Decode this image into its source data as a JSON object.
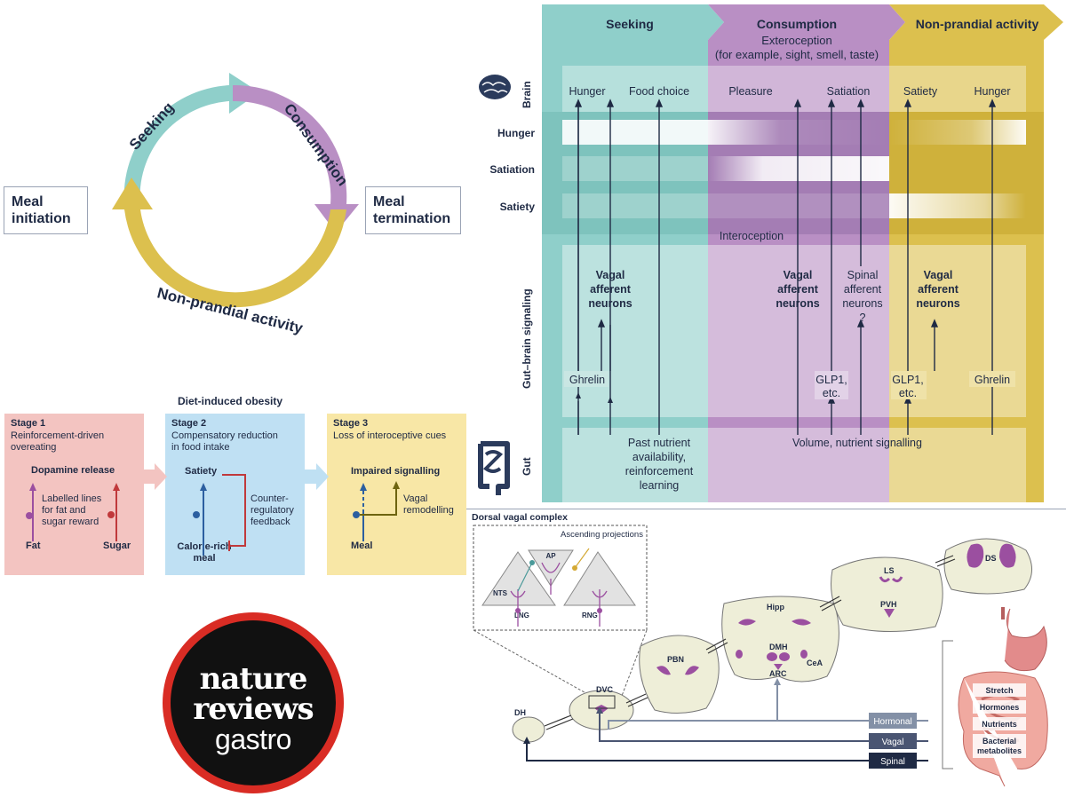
{
  "cycle": {
    "seeking": "Seeking",
    "consumption": "Consumption",
    "non_prandial": "Non-prandial activity",
    "meal_initiation_l1": "Meal",
    "meal_initiation_l2": "initiation",
    "meal_termination_l1": "Meal",
    "meal_termination_l2": "termination"
  },
  "obesity": {
    "title": "Diet-induced obesity",
    "stage1": {
      "title": "Stage 1",
      "sub1": "Reinforcement-driven",
      "sub2": "overeating",
      "dopamine": "Dopamine release",
      "lines1": "Labelled lines",
      "lines2": "for fat and",
      "lines3": "sugar reward",
      "fat": "Fat",
      "sugar": "Sugar"
    },
    "stage2": {
      "title": "Stage 2",
      "sub1": "Compensatory reduction",
      "sub2": "in food intake",
      "satiety": "Satiety",
      "cr1": "Counter-",
      "cr2": "regulatory",
      "cr3": "feedback",
      "meal1": "Calorie-rich",
      "meal2": "meal"
    },
    "stage3": {
      "title": "Stage 3",
      "sub1": "Loss of interoceptive cues",
      "impaired": "Impaired signalling",
      "vr1": "Vagal",
      "vr2": "remodelling",
      "meal": "Meal"
    },
    "colors": {
      "stage1": "#f3c4c1",
      "stage2": "#bfe0f3",
      "stage3": "#f8e7a6",
      "fat": "#9b4fa0",
      "sugar": "#c0393b",
      "arrow": "#6c8fc2"
    }
  },
  "logo": {
    "line1": "nature",
    "line2": "reviews",
    "line3": "gastro"
  },
  "panel": {
    "phases": {
      "seeking": "Seeking",
      "consumption": "Consumption",
      "non_prandial": "Non-prandial activity"
    },
    "extero1": "Exteroception",
    "extero2": "(for example, sight, smell, taste)",
    "brain": "Brain",
    "gut": "Gut",
    "gut_brain": "Gut–brain signaling",
    "rows": {
      "hunger": "Hunger",
      "satiation": "Satiation",
      "satiety": "Satiety"
    },
    "brain_items": {
      "hunger1": "Hunger",
      "food_choice": "Food choice",
      "pleasure": "Pleasure",
      "satiation": "Satiation",
      "satiety": "Satiety",
      "hunger2": "Hunger"
    },
    "interoception": "Interoception",
    "vagal_l1": "Vagal",
    "vagal_l2": "afferent",
    "vagal_l3": "neurons",
    "spinal_l1": "Spinal",
    "spinal_l2": "afferent",
    "spinal_l3": "neurons",
    "spinal_l4": "?",
    "ghrelin": "Ghrelin",
    "glp1_l1": "GLP1,",
    "glp1_l2": "etc.",
    "past1": "Past nutrient",
    "past2": "availability,",
    "past3": "reinforcement",
    "past4": "learning",
    "volume": "Volume, nutrient signalling",
    "colors": {
      "seeking": "#8fcfca",
      "consumption": "#b98fc4",
      "non_prandial": "#dcc04e"
    }
  },
  "dvc": {
    "title": "Dorsal vagal complex",
    "ascending": "Ascending projections",
    "ap": "AP",
    "nts": "NTS",
    "lng": "LNG",
    "rng": "RNG",
    "regions": {
      "dh": "DH",
      "dvc": "DVC",
      "pbn": "PBN",
      "hipp": "Hipp",
      "dmh": "DMH",
      "arc": "ARC",
      "cea": "CeA",
      "ls": "LS",
      "pvh": "PVH",
      "ds": "DS"
    },
    "signals": {
      "hormonal": "Hormonal",
      "vagal": "Vagal",
      "spinal": "Spinal"
    },
    "gut_labels": {
      "stretch": "Stretch",
      "hormones": "Hormones",
      "nutrients": "Nutrients",
      "bact1": "Bacterial",
      "bact2": "metabolites"
    }
  }
}
